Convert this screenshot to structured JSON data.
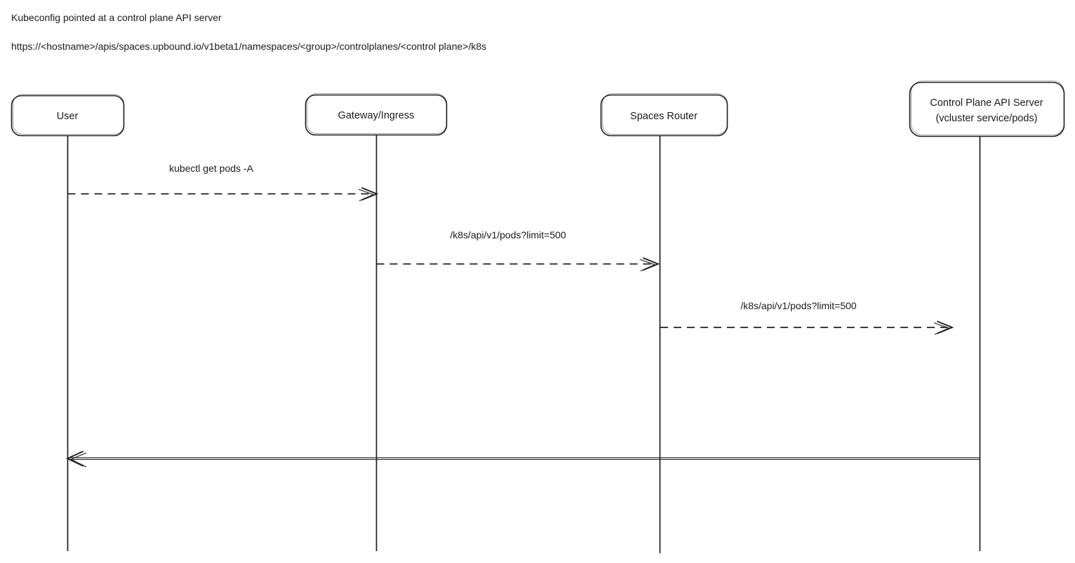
{
  "header": {
    "title": "Kubeconfig pointed at a control plane API server",
    "url": "https://<hostname>/apis/spaces.upbound.io/v1beta1/namespaces/<group>/controlplanes/<control plane>/k8s"
  },
  "diagram": {
    "type": "sequence",
    "actors": [
      {
        "name": "User",
        "subname": ""
      },
      {
        "name": "Gateway/Ingress",
        "subname": ""
      },
      {
        "name": "Spaces Router",
        "subname": ""
      },
      {
        "name": "Control Plane API Server",
        "subname": "(vcluster service/pods)"
      }
    ],
    "messages": [
      {
        "from": "User",
        "to": "Gateway/Ingress",
        "label": "kubectl get pods -A",
        "style": "dashed"
      },
      {
        "from": "Gateway/Ingress",
        "to": "Spaces Router",
        "label": "/k8s/api/v1/pods?limit=500",
        "style": "dashed"
      },
      {
        "from": "Spaces Router",
        "to": "Control Plane API Server",
        "label": "/k8s/api/v1/pods?limit=500",
        "style": "dashed"
      },
      {
        "from": "Control Plane API Server",
        "to": "User",
        "label": "",
        "style": "solid"
      }
    ]
  },
  "colors": {
    "stroke": "#1e1e1e",
    "text": "#1b1b1b",
    "background": "#ffffff"
  }
}
